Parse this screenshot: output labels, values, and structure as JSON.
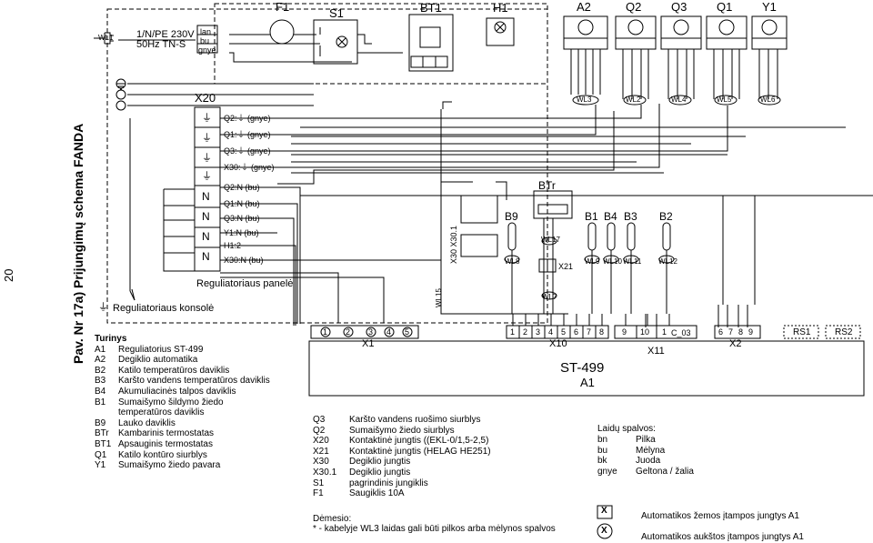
{
  "page_number": "20",
  "figure_title": "Pav. Nr 17a)  Prijungimų schema FANDA",
  "supply": {
    "line1": "1/N/PE 230V",
    "line2": "50Hz  TN-S",
    "cable": "WL1"
  },
  "terminals_top": [
    "lan",
    "bu",
    "gnye"
  ],
  "components_top": [
    "F1",
    "S1",
    "BT1",
    "H1",
    "A2",
    "Q2",
    "Q3",
    "Q1",
    "Y1"
  ],
  "panel": {
    "name": "X20",
    "label": "Reguliatoriaus panelė",
    "rows": [
      "Q2:⏚ (gnye)",
      "Q1:⏚ (gnye)",
      "Q3:⏚ (gnye)",
      "X30:⏚ (gnye)",
      "Q2:N  (bu)",
      "Q1:N  (bu)",
      "Q3:N  (bu)",
      "Y1:N  (bu)",
      "H1:2",
      "X30:N  (bu)"
    ],
    "pins": [
      "⏚",
      "⏚",
      "⏚",
      "⏚",
      "N",
      "N",
      "N",
      "N"
    ]
  },
  "console_label": "Reguliatoriaus konsolė",
  "sensors_right": [
    "BTr",
    "B9",
    "B1",
    "B4",
    "B3",
    "B2"
  ],
  "cables_right": [
    "WL8",
    "WL17",
    "WL9",
    "WL10",
    "WL11",
    "WL12",
    "WL15",
    "WL7",
    "WL2",
    "WL3",
    "WL4",
    "WL5",
    "WL6"
  ],
  "x30_label": "X30   X30.1",
  "x21_label": "X21",
  "controller": {
    "name": "ST-499",
    "sub": "A1",
    "blocks": [
      "X1",
      "X10",
      "X11",
      "X2",
      "RS1",
      "RS2",
      "C_03"
    ]
  },
  "x1_pins": [
    "1",
    "2",
    "3",
    "4",
    "5"
  ],
  "x10_pins": [
    "1",
    "2",
    "3",
    "4",
    "5",
    "6",
    "7",
    "8"
  ],
  "x11_pins": [
    "9",
    "10",
    "1"
  ],
  "x2_pins": [
    "6",
    "7",
    "8",
    "9"
  ],
  "legend_heading": "Turinys",
  "legend_left": [
    [
      "A1",
      "Reguliatorius ST-499"
    ],
    [
      "A2",
      "Degiklio automatika"
    ],
    [
      "B2",
      "Katilo temperatūros daviklis"
    ],
    [
      "B3",
      "Karšto vandens temperatūros daviklis"
    ],
    [
      "B4",
      "Akumuliacinės talpos daviklis"
    ],
    [
      "B1",
      "Sumaišymo šildymo žiedo"
    ],
    [
      "",
      "temperatūros daviklis"
    ],
    [
      "B9",
      "Lauko daviklis"
    ],
    [
      "BTr",
      "Kambarinis termostatas"
    ],
    [
      "BT1",
      "Apsauginis termostatas"
    ],
    [
      "Q1",
      "Katilo kontūro siurblys"
    ],
    [
      "Y1",
      "Sumaišymo žiedo pavara"
    ]
  ],
  "legend_mid": [
    [
      "Q3",
      "Karšto vandens ruošimo siurblys"
    ],
    [
      "Q2",
      "Sumaišymo žiedo siurblys"
    ],
    [
      "X20",
      "Kontaktinė jungtis ((EKL-0/1,5-2,5)"
    ],
    [
      "X21",
      "Kontaktinė jungtis (HELAG HE251)"
    ],
    [
      "X30",
      "Degiklio jungtis"
    ],
    [
      "X30.1",
      "Degiklio jungtis"
    ],
    [
      "S1",
      "pagrindinis jungiklis"
    ],
    [
      "F1",
      "Saugiklis 10A"
    ]
  ],
  "note_heading": "Dėmesio:",
  "note": "* -   kabelyje WL3 laidas gali būti pilkos arba mėlynos spalvos",
  "colors_heading": "Laidų spalvos:",
  "colors": [
    [
      "bn",
      "Pilka"
    ],
    [
      "bu",
      "Mėlyna"
    ],
    [
      "bk",
      "Juoda"
    ],
    [
      "gnye",
      "Geltona / žalia"
    ]
  ],
  "symbols": [
    [
      "X",
      "Automatikos žemos įtampos jungtys A1"
    ],
    [
      "X",
      "Automatikos aukštos įtampos jungtys A1"
    ]
  ]
}
